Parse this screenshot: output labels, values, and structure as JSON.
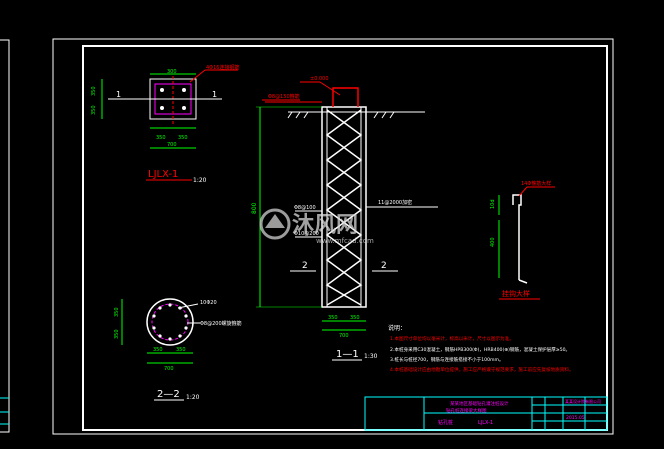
{
  "colors": {
    "background": "#000000",
    "frame": "#ffffff",
    "dimension": "#00ff00",
    "rebar": "#ffffff",
    "section_ring": "#ff00ff",
    "title_red": "#ff0000",
    "note_yellow": "#ffff00",
    "title_block": "#00ffff",
    "blue_text": "#5a8cff"
  },
  "plan": {
    "dim_top": "300",
    "dim_left_a": "350",
    "dim_left_b": "350",
    "dim_bottom_a": "350",
    "dim_bottom_b": "350",
    "dim_bottom_total": "700",
    "section_mark_left": "1",
    "section_mark_right": "1",
    "label": "4Φ16连接钢筋",
    "title": "LJLX-1",
    "scale": "1:20"
  },
  "elevation": {
    "top_label": "Φ8@150箍筋",
    "elev_mark": "±0.000",
    "level_label_a": "Φ8@100",
    "level_label_b": "Φ10@200",
    "dim_vertical": "800",
    "right_label": "11@2000加密",
    "section_mark_left": "2",
    "section_mark_right": "2",
    "dim_bottom_a": "350",
    "dim_bottom_b": "350",
    "dim_bottom_total": "700",
    "title": "1—1",
    "scale": "1:30"
  },
  "section": {
    "label_top": "10Φ20",
    "label_right": "Φ8@200螺旋箍筋",
    "dim_left_a": "350",
    "dim_left_b": "350",
    "dim_bottom_a": "350",
    "dim_bottom_b": "350",
    "dim_bottom_total": "700",
    "title": "2—2",
    "scale": "1:20"
  },
  "detail": {
    "label": "14Φ箍筋大样",
    "dim_a": "10d",
    "dim_b": "400",
    "title": "挂钩大样"
  },
  "notes": {
    "heading": "说明：",
    "items": [
      "1.本图尺寸单位均以毫米计，标高以米计，尺寸以图示为准。",
      "2.本桩身采用C30混凝土，钢筋HPB300(Φ)，HRB400(⊕)钢筋，混凝土保护层厚≥50。",
      "3.桩长与桩径700，钢筋与连接筋搭接不小于100mm。",
      "4.本桩基础设计应由地勘单位提供，施工应严格遵守规范要求，施工前应先复核地质资料。"
    ]
  },
  "watermark": {
    "brand": "沐风网",
    "url": "www.mfcad.com"
  },
  "title_block": {
    "project_line1": "某某地区基础钻孔灌注桩设计",
    "project_line2": "钻孔桩连接梁大样图",
    "drawing_no": "LJLX-1",
    "drawing_label": "钻孔桩",
    "company": "某某设计院有限公司",
    "date": "2015.05"
  }
}
